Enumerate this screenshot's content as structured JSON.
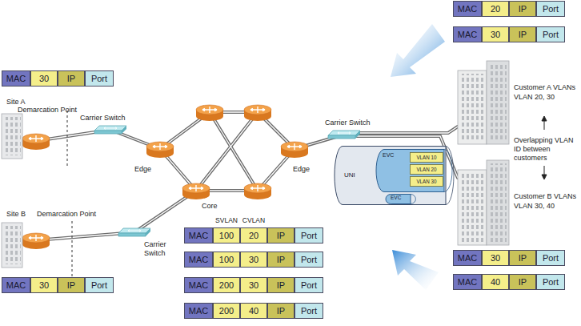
{
  "diagram": {
    "nodes": [
      {
        "text": [
          "UNI"
        ]
      },
      {
        "text": [
          "EVC"
        ],
        "in": 0
      },
      {
        "text": [
          "VLAN 10"
        ],
        "in": 1
      },
      {
        "text": [
          "VLAN 20"
        ],
        "in": 1
      },
      {
        "text": [
          "VLAN 30"
        ],
        "in": 1
      },
      {
        "text": [
          "EVC"
        ],
        "in": 0
      }
    ],
    "labels": [
      "MAC",
      "20",
      "IP",
      "Port",
      "MAC",
      "30",
      "IP",
      "Port",
      "MAC",
      "30",
      "IP",
      "Port",
      "Site A",
      "Demarcation Point",
      "Carrier Switch",
      "Edge",
      "Core",
      "Edge",
      "Carrier Switch",
      "Customer A VLANs",
      "VLAN 20, 30",
      "Overlapping VLAN ID between customers",
      "Customer B VLANs",
      "VLAN 30, 40",
      "Site B",
      "Demarcation Point",
      "Carrier Switch",
      "SVLAN",
      "CVLAN",
      "MAC",
      "100",
      "20",
      "IP",
      "Port",
      "MAC",
      "100",
      "30",
      "IP",
      "Port",
      "MAC",
      "200",
      "30",
      "IP",
      "Port",
      "MAC",
      "200",
      "40",
      "IP",
      "Port",
      "MAC",
      "30",
      "IP",
      "Port",
      "MAC",
      "30",
      "IP",
      "Port",
      "MAC",
      "40",
      "IP",
      "Port"
    ]
  }
}
